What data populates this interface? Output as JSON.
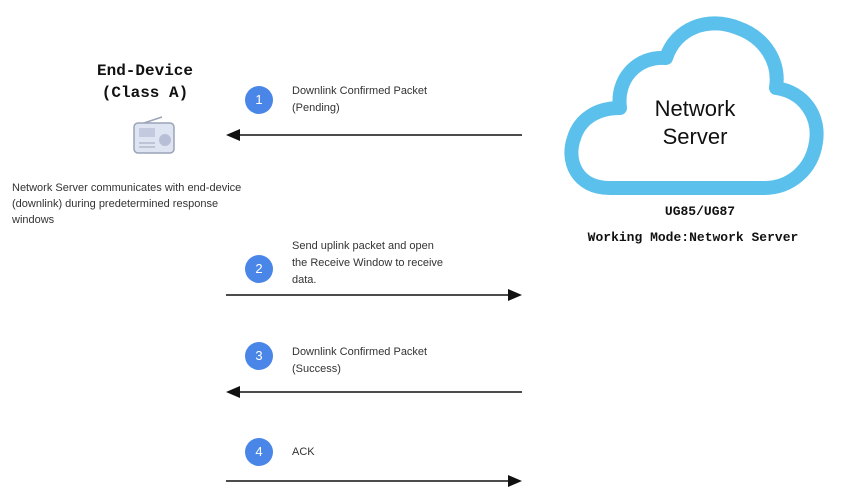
{
  "device": {
    "title": "End-Device",
    "class": "(Class A)",
    "note_lines": [
      "Network Server communicates with end-device",
      "(downlink) during predetermined response",
      "windows"
    ]
  },
  "server": {
    "name_line1": "Network",
    "name_line2": "Server",
    "model": "UG85/UG87",
    "mode": "Working Mode:Network Server"
  },
  "steps": [
    {
      "number": "1",
      "direction": "to-device",
      "lines": [
        "Downlink Confirmed Packet",
        "(Pending)"
      ]
    },
    {
      "number": "2",
      "direction": "to-server",
      "lines": [
        "Send uplink packet and open",
        "the Receive Window to receive",
        "data."
      ]
    },
    {
      "number": "3",
      "direction": "to-device",
      "lines": [
        "Downlink Confirmed Packet",
        "(Success)"
      ]
    },
    {
      "number": "4",
      "direction": "to-server",
      "lines": [
        "ACK"
      ]
    }
  ],
  "colors": {
    "cloud_stroke": "#5bc0eb",
    "badge": "#4a86e8",
    "arrow": "#111111"
  },
  "icons": {
    "device": "radio-device-icon",
    "cloud": "cloud-icon"
  }
}
